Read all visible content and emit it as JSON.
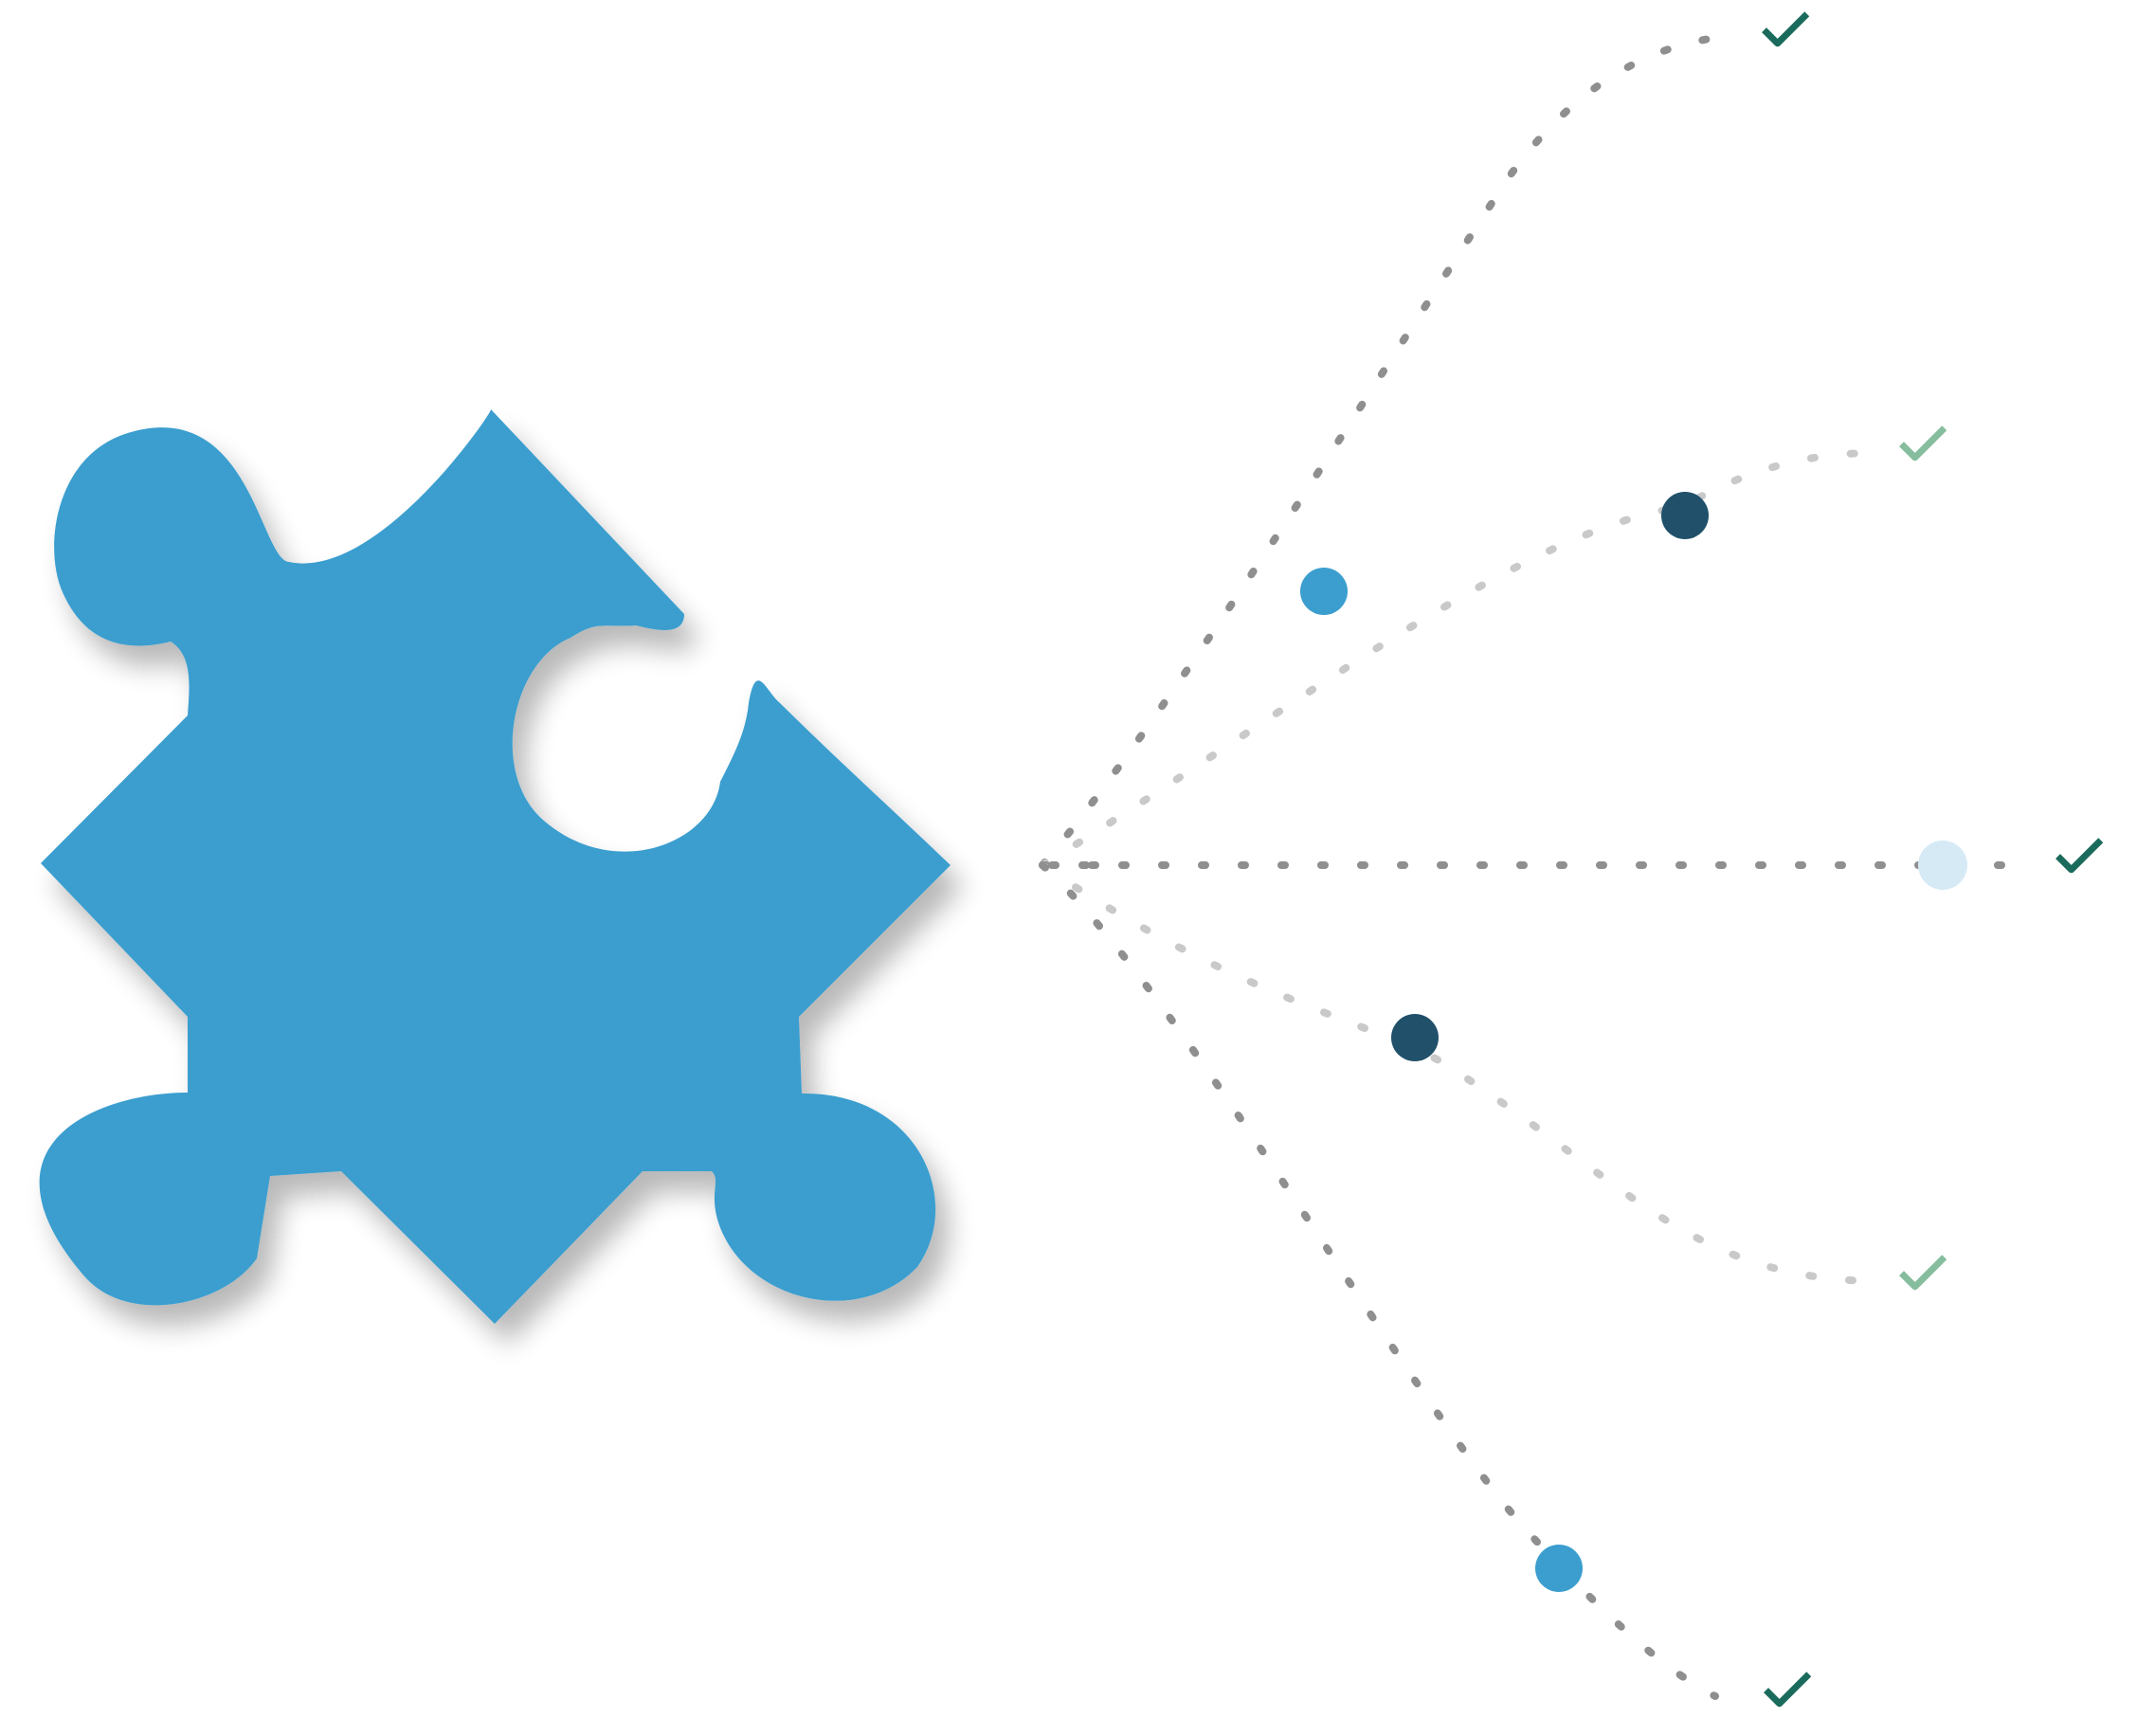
{
  "colors": {
    "background": "#ffffff",
    "puzzle_fill": "#3b9ecf",
    "puzzle_shadow": "#000000",
    "dots_dark": "#8f8f8f",
    "dots_light": "#c9c9c9",
    "node_dark": "#20506a",
    "node_blue": "#3b9ecf",
    "node_pale": "#d6eaf6",
    "check_dark": "#1a6b5b",
    "check_light": "#86bd9e"
  },
  "icons": {
    "puzzle": "puzzle-piece-icon",
    "check": "check-icon"
  },
  "branches": [
    {
      "id": "top",
      "tone": "dark",
      "node_color": "node_blue",
      "check_tone": "dark"
    },
    {
      "id": "upper-middle",
      "tone": "light",
      "node_color": "node_dark",
      "check_tone": "light"
    },
    {
      "id": "center",
      "tone": "dark",
      "node_color": "node_pale",
      "check_tone": "dark"
    },
    {
      "id": "lower-middle",
      "tone": "light",
      "node_color": "node_dark",
      "check_tone": "light"
    },
    {
      "id": "bottom",
      "tone": "dark",
      "node_color": "node_blue",
      "check_tone": "dark"
    }
  ]
}
